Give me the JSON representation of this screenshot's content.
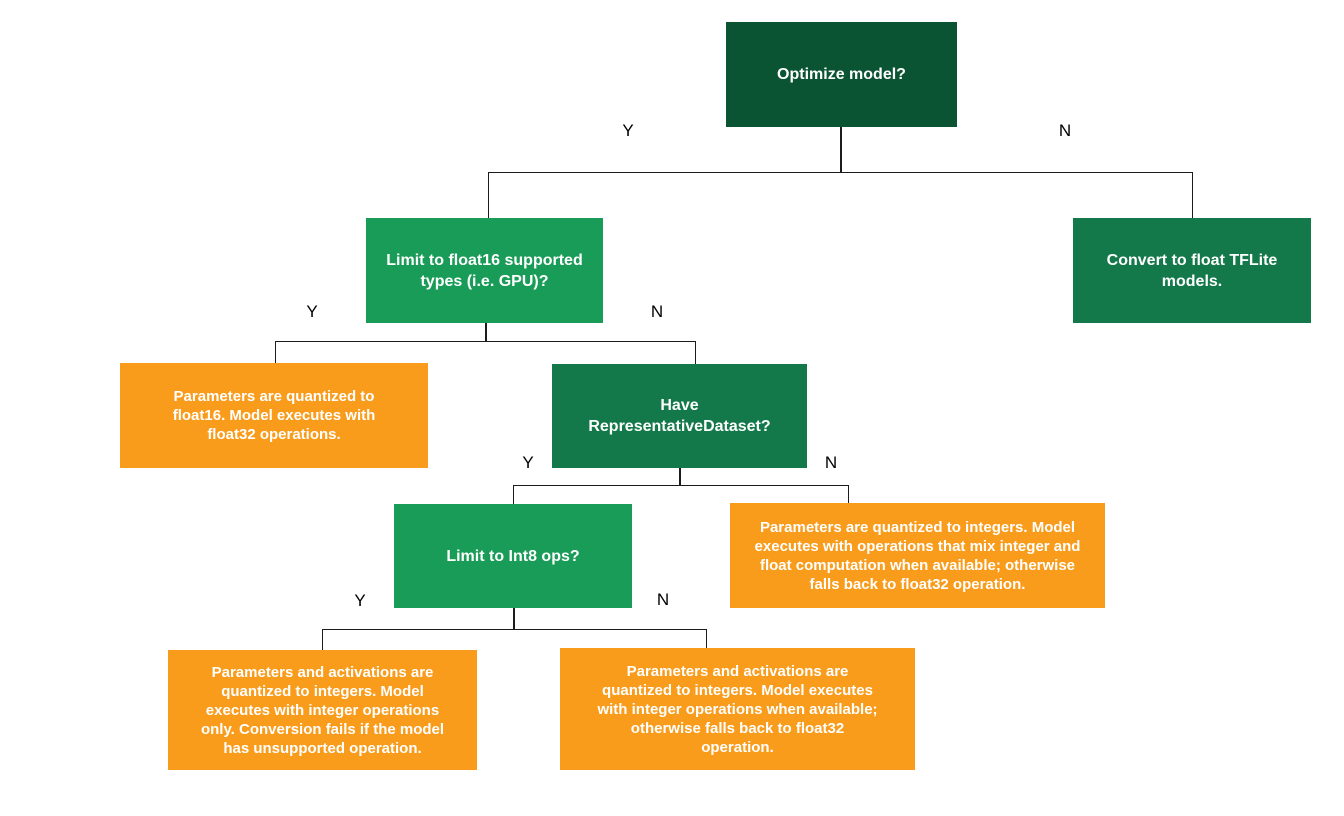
{
  "colors": {
    "dark_green": "#0b5433",
    "mid_green": "#13794a",
    "light_green": "#189c57",
    "orange": "#f99c1b",
    "line": "#1c1c1c",
    "text_on_box": "#ffffff",
    "label_text": "#000000"
  },
  "nodes": {
    "optimize": {
      "text": "Optimize model?"
    },
    "float16": {
      "text": "Limit to float16 supported\ntypes (i.e. GPU)?"
    },
    "convert_float": {
      "text": "Convert to float TFLite\nmodels."
    },
    "representative": {
      "text": "Have\nRepresentativeDataset?"
    },
    "int8": {
      "text": "Limit to Int8 ops?"
    },
    "outcome_float16": {
      "text": "Parameters are quantized to\nfloat16. Model executes with\nfloat32 operations."
    },
    "outcome_mixed": {
      "text": "Parameters are quantized to integers. Model\nexecutes with operations that mix integer and\nfloat computation when available; otherwise\nfalls back to float32 operation."
    },
    "outcome_int_only": {
      "text": "Parameters and activations are\nquantized to integers. Model\nexecutes with integer operations\nonly. Conversion fails if the model\nhas unsupported operation."
    },
    "outcome_int_fallback": {
      "text": "Parameters and activations are\nquantized to integers. Model executes\nwith integer operations when available;\notherwise falls back to float32\noperation."
    }
  },
  "branch_labels": {
    "optimize_yes": "Y",
    "optimize_no": "N",
    "float16_yes": "Y",
    "float16_no": "N",
    "representative_yes": "Y",
    "representative_no": "N",
    "int8_yes": "Y",
    "int8_no": "N"
  }
}
